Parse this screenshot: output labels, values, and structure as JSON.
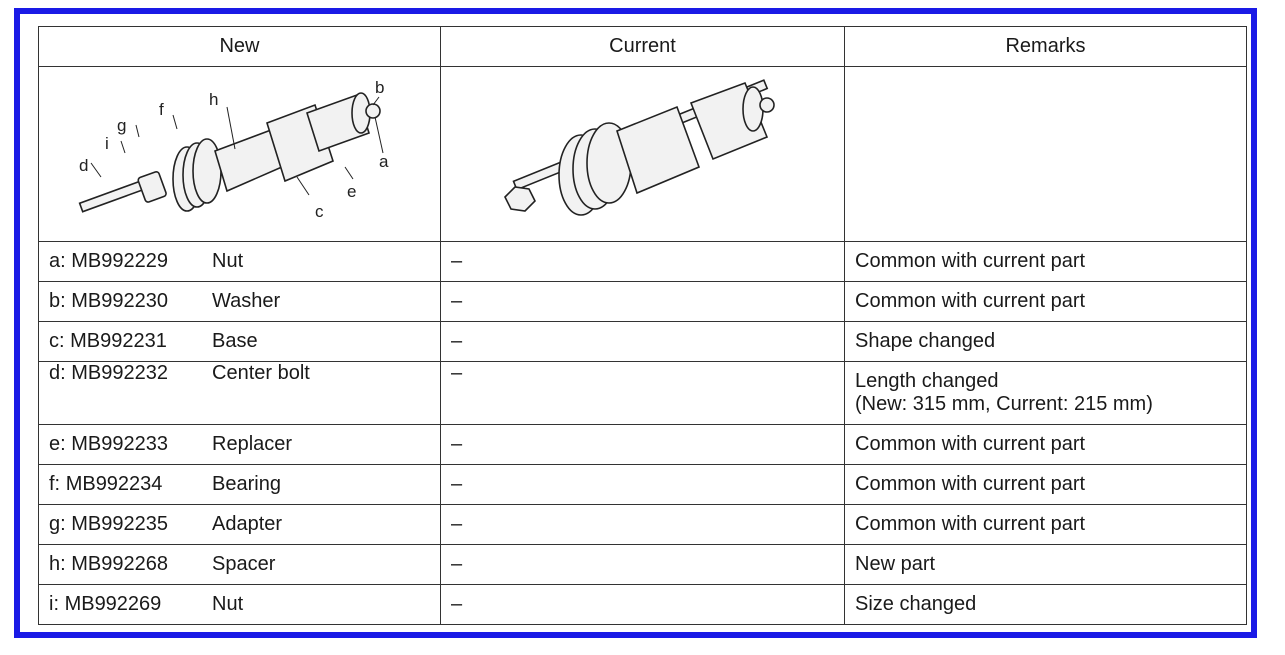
{
  "table": {
    "headers": {
      "new": "New",
      "current": "Current",
      "remarks": "Remarks"
    },
    "rows": [
      {
        "letter": "a:",
        "part_no": "MB992229",
        "name": "Nut",
        "current": "–",
        "remarks": [
          "Common with current part"
        ]
      },
      {
        "letter": "b:",
        "part_no": "MB992230",
        "name": "Washer",
        "current": "–",
        "remarks": [
          "Common with current part"
        ]
      },
      {
        "letter": "c:",
        "part_no": "MB992231",
        "name": "Base",
        "current": "–",
        "remarks": [
          "Shape changed"
        ]
      },
      {
        "letter": "d:",
        "part_no": "MB992232",
        "name": "Center bolt",
        "current": "–",
        "remarks": [
          "Length changed",
          "(New: 315 mm, Current: 215 mm)"
        ]
      },
      {
        "letter": "e:",
        "part_no": "MB992233",
        "name": "Replacer",
        "current": "–",
        "remarks": [
          "Common with current part"
        ]
      },
      {
        "letter": "f:",
        "part_no": "MB992234",
        "name": "Bearing",
        "current": "–",
        "remarks": [
          "Common with current part"
        ]
      },
      {
        "letter": "g:",
        "part_no": "MB992235",
        "name": "Adapter",
        "current": "–",
        "remarks": [
          "Common with current part"
        ]
      },
      {
        "letter": "h:",
        "part_no": "MB992268",
        "name": "Spacer",
        "current": "–",
        "remarks": [
          "New part"
        ]
      },
      {
        "letter": "i:",
        "part_no": "MB992269",
        "name": "Nut",
        "current": "–",
        "remarks": [
          "Size changed"
        ]
      }
    ]
  },
  "diagram_labels": {
    "a": "a",
    "b": "b",
    "c": "c",
    "d": "d",
    "e": "e",
    "f": "f",
    "g": "g",
    "h": "h",
    "i": "i"
  },
  "colors": {
    "frame": "#1a1ae6",
    "grid": "#333333",
    "text": "#1a1a1a"
  }
}
